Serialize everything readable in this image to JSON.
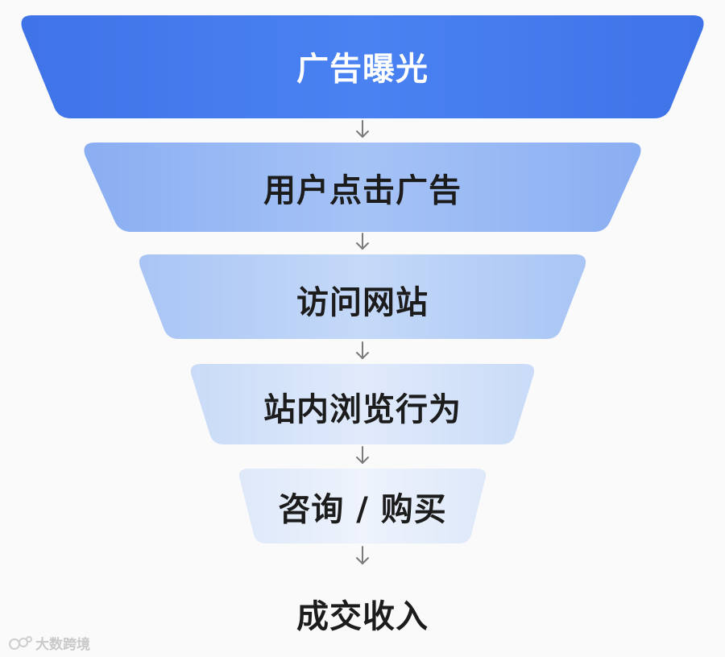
{
  "funnel": {
    "stages": [
      {
        "label": "广告曝光"
      },
      {
        "label": "用户点击广告"
      },
      {
        "label": "访问网站"
      },
      {
        "label": "站内浏览行为"
      },
      {
        "label": "咨询 / 购买"
      }
    ],
    "outcome": "成交收入",
    "colors": {
      "stage_1": "#4a7ff0",
      "stage_2": "#93b6f3",
      "stage_3": "#b4cdf6",
      "stage_4": "#cfdff8",
      "stage_5": "#e2ecfa",
      "arrow": "#7a7a7a"
    }
  },
  "watermark": {
    "text": "大数跨境"
  }
}
